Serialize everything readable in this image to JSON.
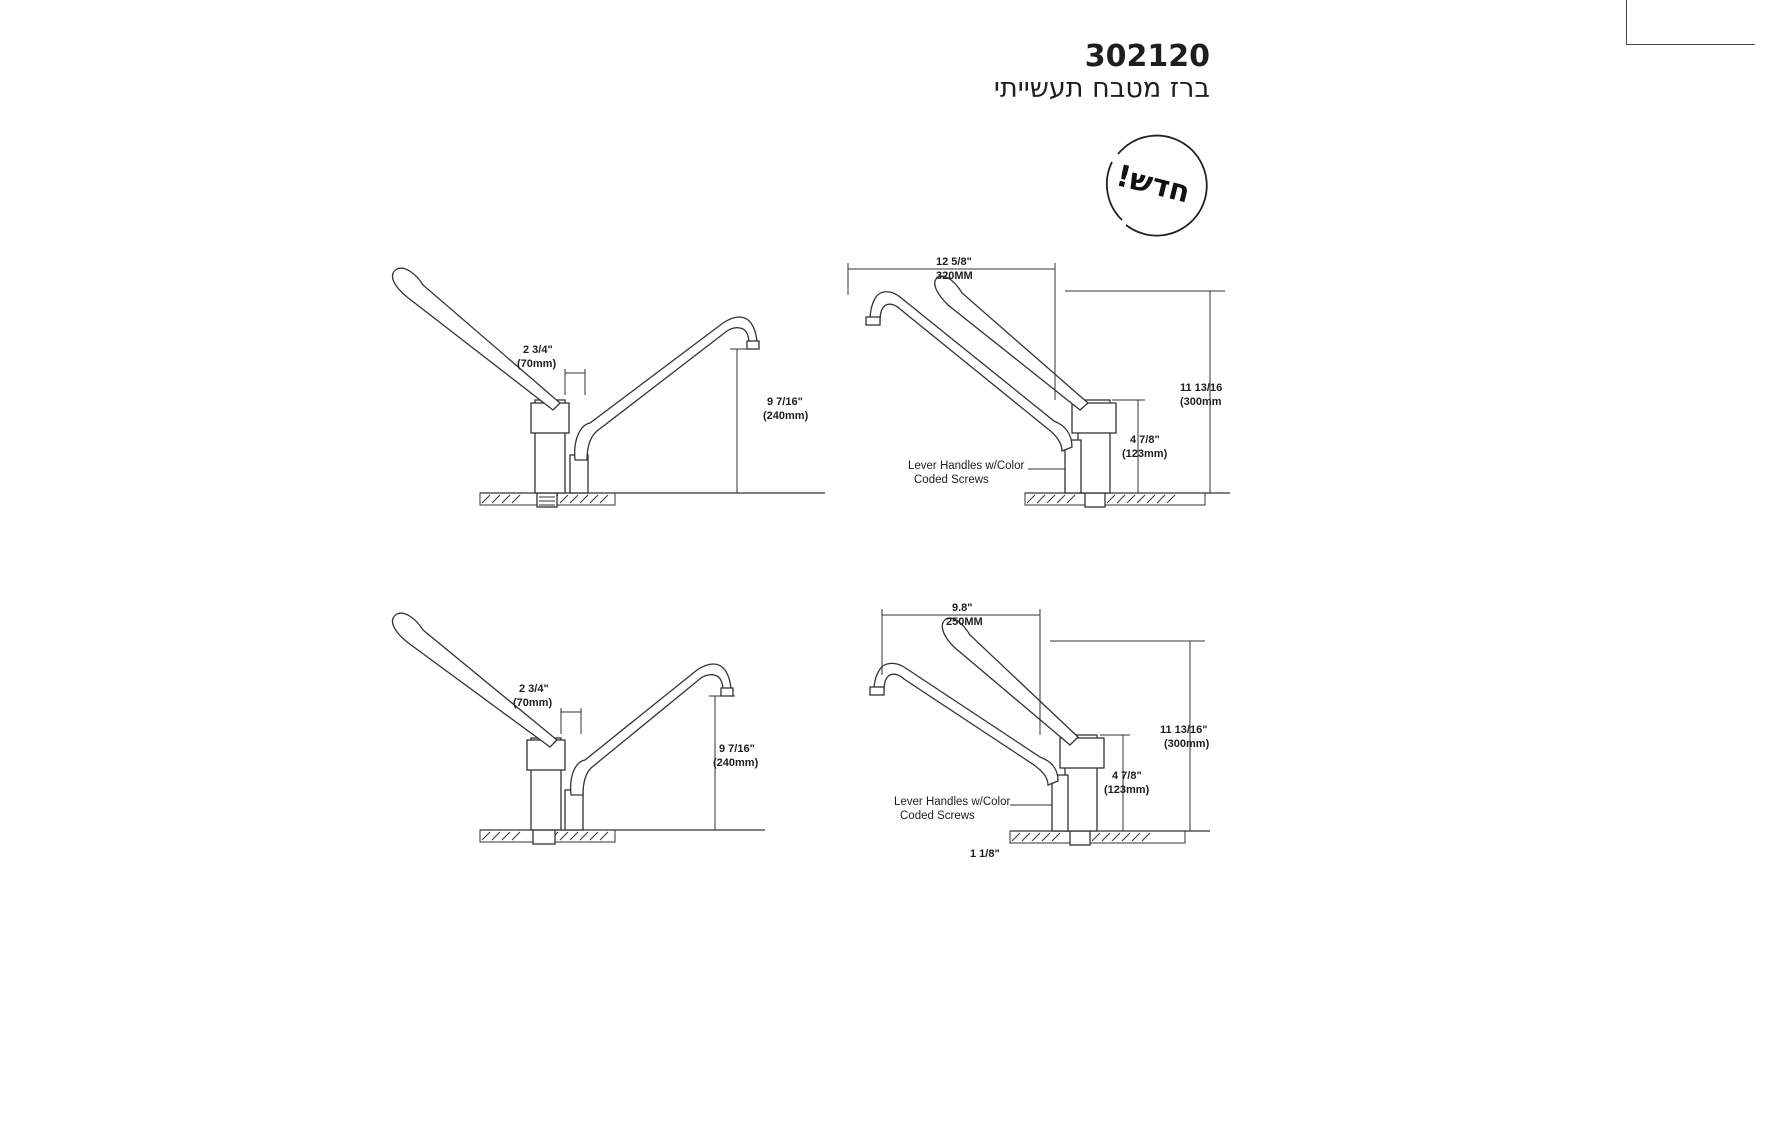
{
  "header": {
    "model_number": "302120",
    "product_name": "ברז מטבח תעשייתי",
    "badge_text": "חדש!"
  },
  "drawings": {
    "top_left": {
      "offset": "2 3/4\"",
      "offset_mm": "(70mm)",
      "spout_height": "9 7/16\"",
      "spout_height_mm": "(240mm)"
    },
    "top_right": {
      "reach": "12 5/8\"",
      "reach_mm": "320MM",
      "total_height": "11 13/16",
      "total_height_mm": "(300mm",
      "body_height": "4 7/8\"",
      "body_height_mm": "(123mm)",
      "note_line1": "Lever Handles w/Color",
      "note_line2": "Coded Screws"
    },
    "bottom_left": {
      "offset": "2 3/4\"",
      "offset_mm": "(70mm)",
      "spout_height": "9 7/16\"",
      "spout_height_mm": "(240mm)"
    },
    "bottom_right": {
      "reach": "9.8\"",
      "reach_mm": "250MM",
      "total_height": "11 13/16\"",
      "total_height_mm": "(300mm)",
      "body_height": "4 7/8\"",
      "body_height_mm": "(123mm)",
      "note_line1": "Lever Handles w/Color",
      "note_line2": "Coded Screws",
      "bottom_dim": "1 1/8\""
    }
  }
}
